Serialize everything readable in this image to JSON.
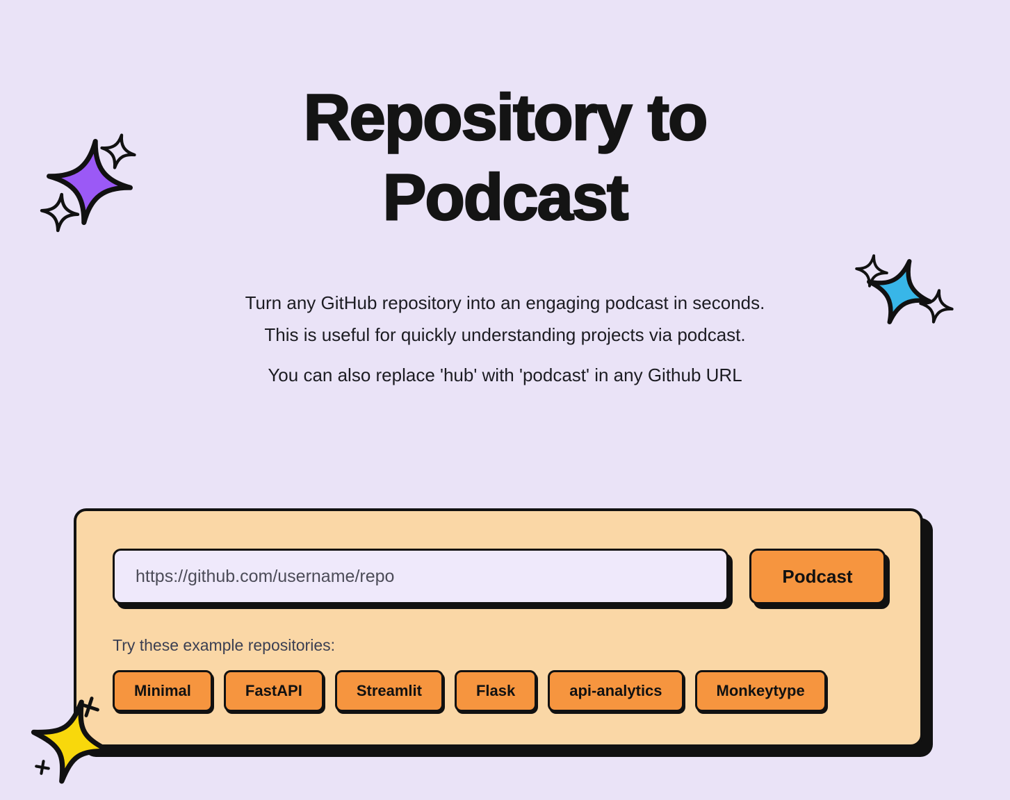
{
  "page": {
    "title": "Repository to Podcast",
    "subtitle_line1": "Turn any GitHub repository into an engaging podcast in seconds.",
    "subtitle_line2": "This is useful for quickly understanding projects via podcast.",
    "subtitle_line3": "You can also replace 'hub' with 'podcast' in any Github URL"
  },
  "form": {
    "url_placeholder": "https://github.com/username/repo",
    "submit_label": "Podcast",
    "examples_label": "Try these example repositories:",
    "examples": [
      "Minimal",
      "FastAPI",
      "Streamlit",
      "Flask",
      "api-analytics",
      "Monkeytype"
    ]
  },
  "decorations": [
    {
      "name": "purple-sparkle",
      "color": "#9B59F6"
    },
    {
      "name": "blue-sparkle",
      "color": "#38B6E8"
    },
    {
      "name": "yellow-star",
      "color": "#F8D80C"
    }
  ],
  "colors": {
    "background": "#EAE3F7",
    "card": "#FAD7A6",
    "accent_orange": "#F6953F",
    "ink": "#111111",
    "input_background": "#EFE9FB"
  }
}
